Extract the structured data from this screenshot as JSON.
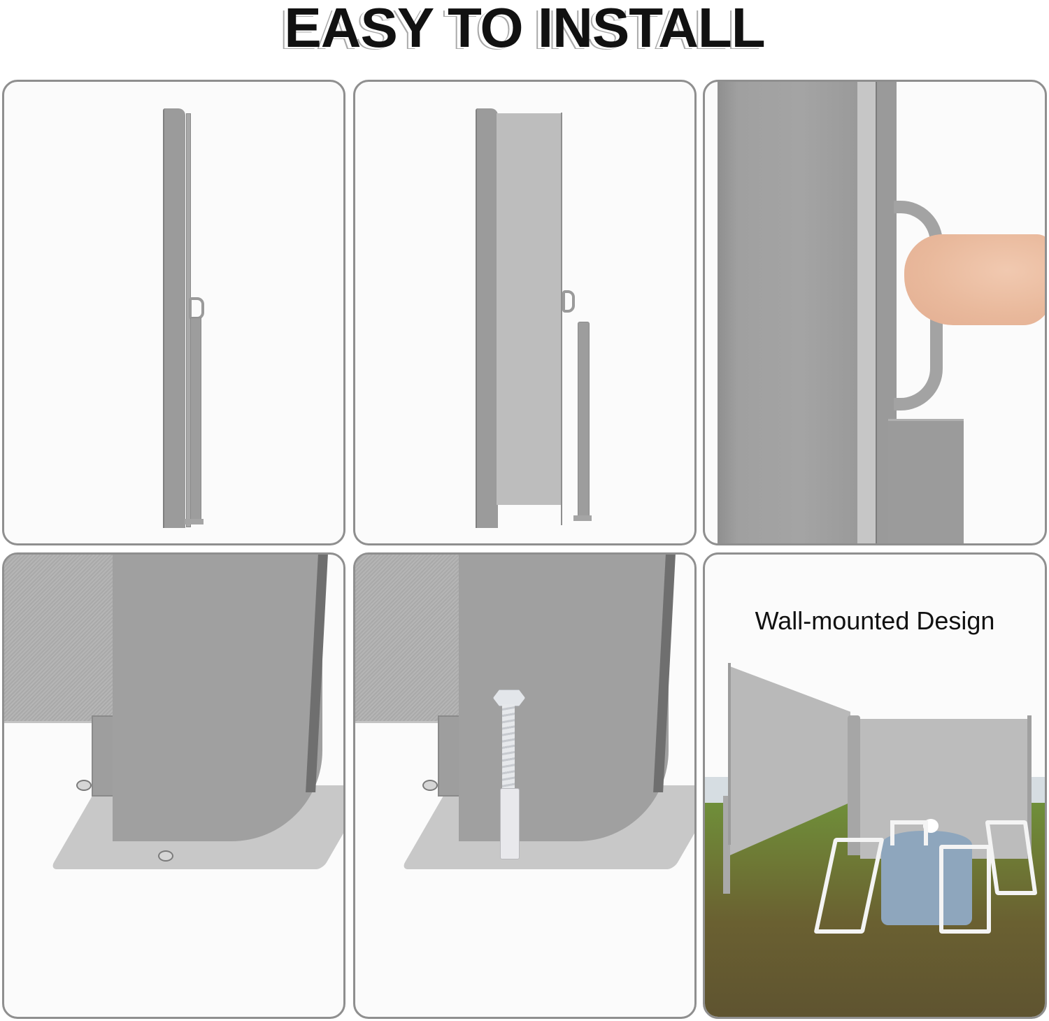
{
  "header": {
    "title": "EASY TO INSTALL"
  },
  "panels": [
    {
      "id": "p1",
      "subject": "retracted-screen-side-view",
      "caption": null
    },
    {
      "id": "p2",
      "subject": "extended-screen-with-pole",
      "caption": null
    },
    {
      "id": "p3",
      "subject": "hand-pulling-handle",
      "caption": null
    },
    {
      "id": "p4",
      "subject": "base-plate-closeup",
      "caption": null
    },
    {
      "id": "p5",
      "subject": "base-plate-with-anchor-bolt",
      "caption": null
    },
    {
      "id": "p6",
      "subject": "wall-mounted-outdoor-scene",
      "caption": "Wall-mounted Design"
    }
  ],
  "colors": {
    "frame_gray": "#9a9a9a",
    "fabric_gray": "#bdbdbd",
    "panel_border": "#8f8f8f",
    "grass": "#6b5f2e",
    "tablecloth": "#8fa6bd"
  }
}
